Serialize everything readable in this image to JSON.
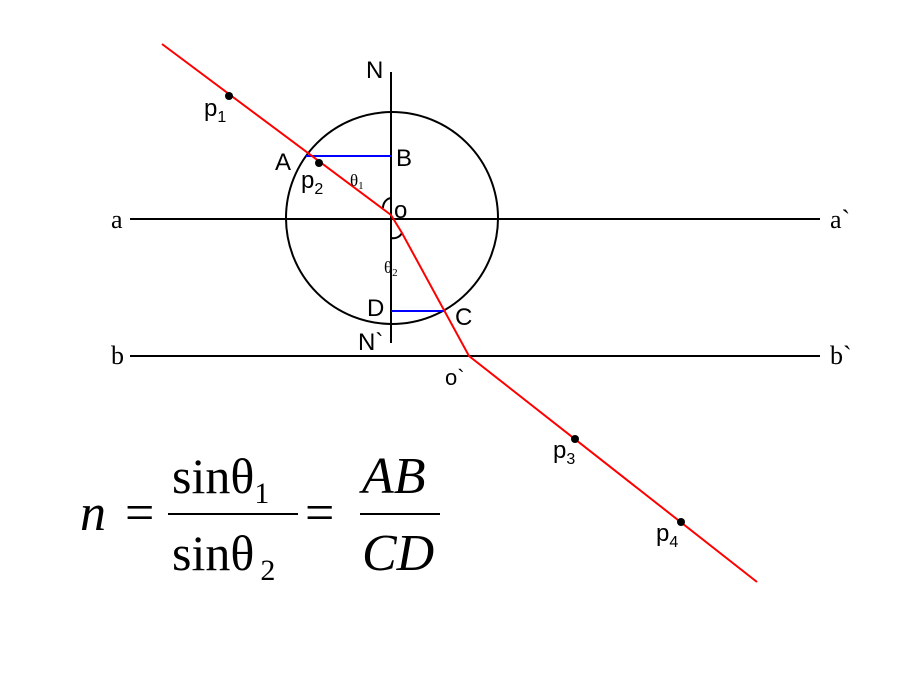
{
  "colors": {
    "ray": "#ff0000",
    "segment": "#0000ff",
    "line": "#000000",
    "background": "#ffffff"
  },
  "labels": {
    "N": "N",
    "N_prime": "N`",
    "a": "a",
    "a_prime": "a`",
    "b": "b",
    "b_prime": "b`",
    "A": "A",
    "B": "B",
    "C": "C",
    "D": "D",
    "o": "o",
    "o_prime": "o`",
    "theta": "θ",
    "sub1": "1",
    "sub2": "2",
    "p": "p"
  },
  "formula": {
    "n": "n",
    "equals": "=",
    "sin_theta": "sinθ",
    "sub1": "1",
    "sub2": "2",
    "AB": "AB",
    "CD": "CD"
  }
}
